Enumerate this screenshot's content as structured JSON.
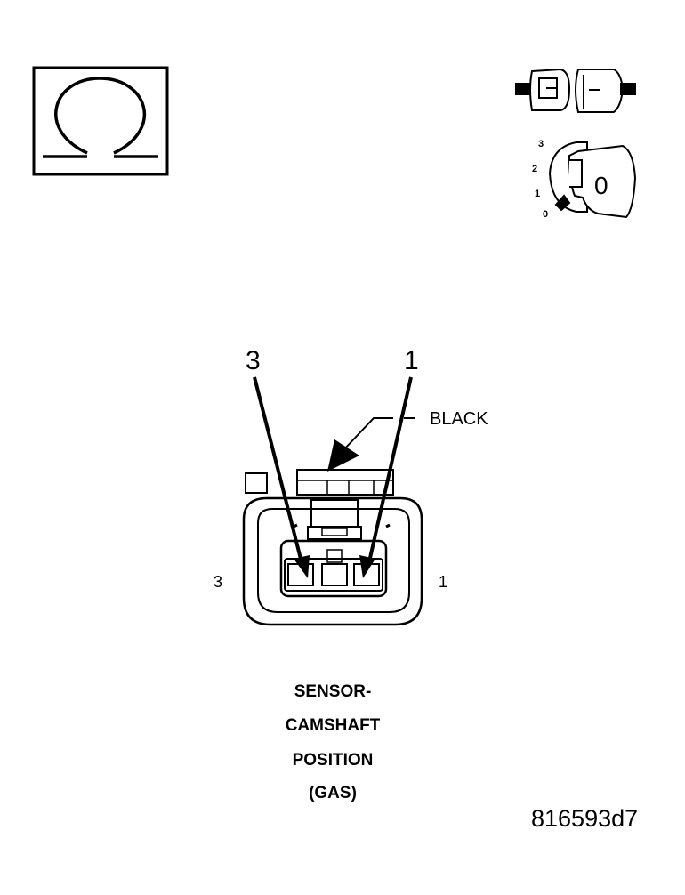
{
  "callouts": {
    "pin_left": "3",
    "pin_right": "1"
  },
  "color_label": "BLACK",
  "cavity_labels": {
    "left": "3",
    "right": "1"
  },
  "caption": {
    "line1": "SENSOR-",
    "line2": "CAMSHAFT",
    "line3": "POSITION",
    "line4": "(GAS)"
  },
  "ignition": {
    "positions": [
      "3",
      "2",
      "1",
      "0"
    ],
    "key_position": "0"
  },
  "figure_code": "816593d7",
  "icons": {
    "meter": "ohmmeter-omega-icon",
    "connector_state": "disconnected-connector-icon",
    "ignition_state": "ignition-key-off-icon"
  }
}
